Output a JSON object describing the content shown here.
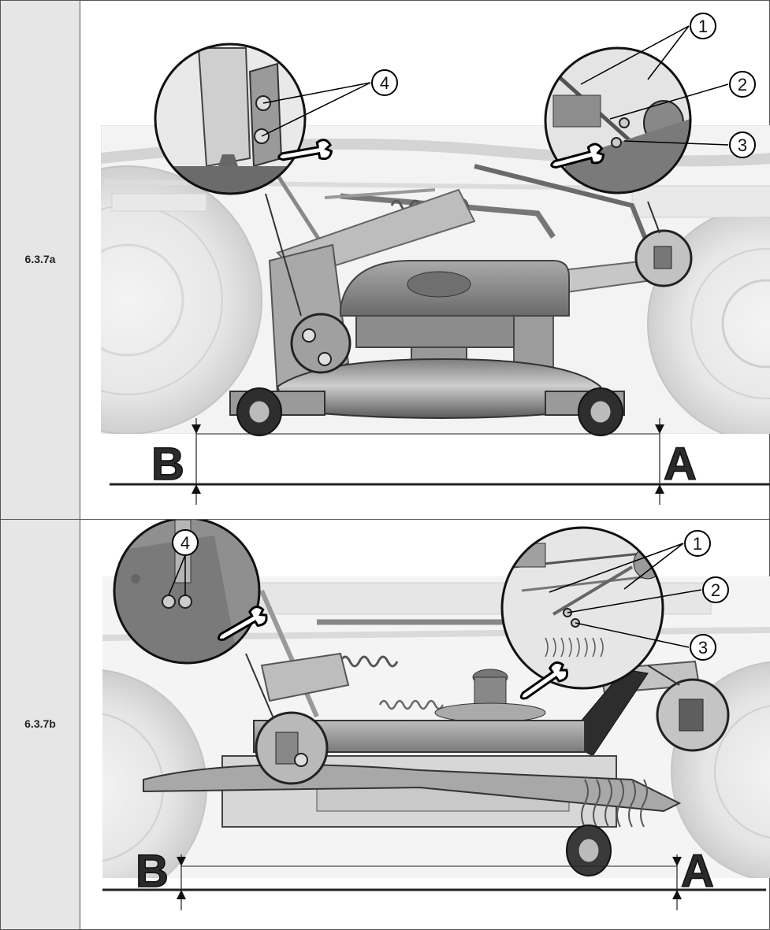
{
  "figures": [
    {
      "label": "6.3.7a",
      "callouts": [
        "1",
        "2",
        "3",
        "4"
      ],
      "ground_letters": {
        "left": "B",
        "right": "A"
      },
      "icon": "wrench-icon"
    },
    {
      "label": "6.3.7b",
      "callouts": [
        "1",
        "2",
        "3",
        "4"
      ],
      "ground_letters": {
        "left": "B",
        "right": "A"
      },
      "icon": "wrench-icon"
    }
  ]
}
